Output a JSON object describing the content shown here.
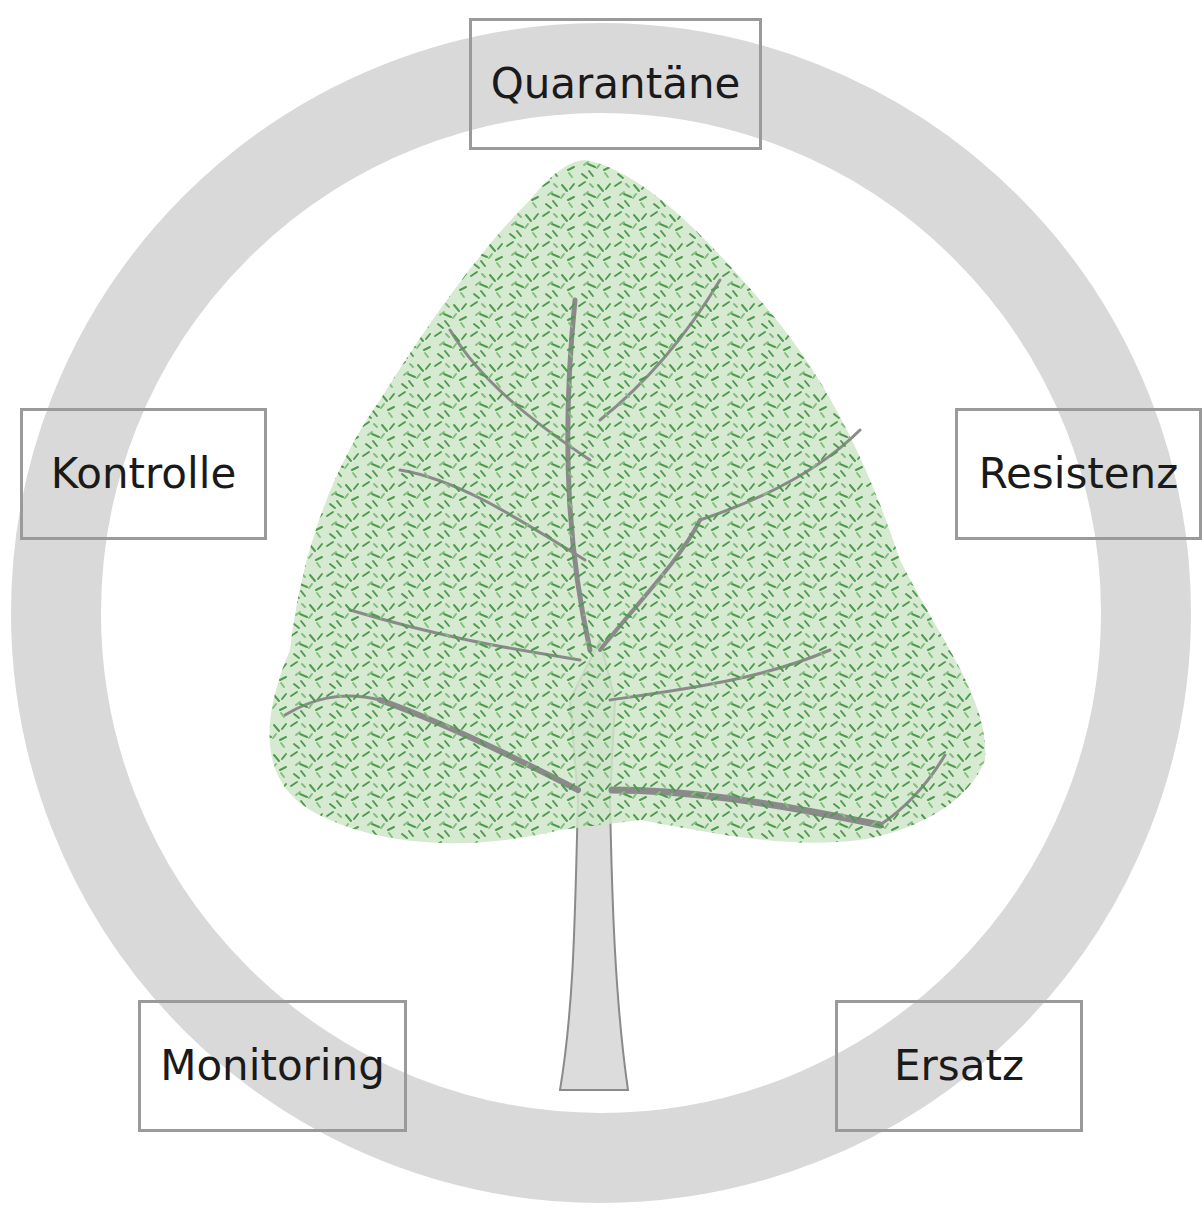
{
  "diagram": {
    "nodes": [
      {
        "text": [
          "Quarantäne"
        ]
      },
      {
        "text": [
          "Kontrolle"
        ]
      },
      {
        "text": [
          "Resistenz"
        ]
      },
      {
        "text": [
          "Monitoring"
        ]
      },
      {
        "text": [
          "Ersatz"
        ]
      }
    ]
  }
}
